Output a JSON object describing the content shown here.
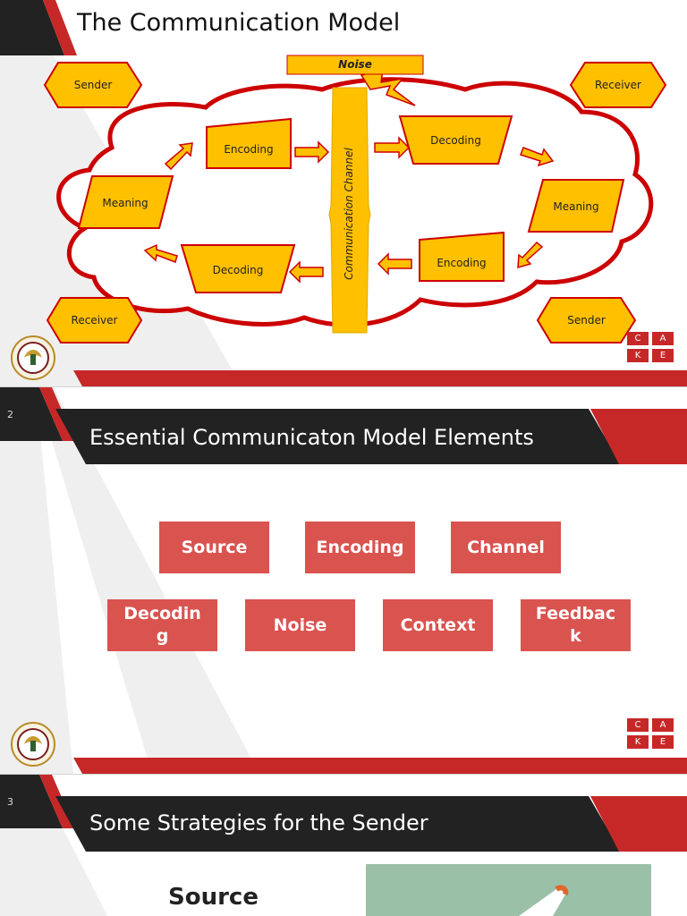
{
  "slide1": {
    "title": "The Communication Model",
    "noise": "Noise",
    "channel": "Communication Channel",
    "left_top": "Sender",
    "right_top": "Receiver",
    "left_bottom": "Receiver",
    "right_bottom": "Sender",
    "encoding_top": "Encoding",
    "decoding_top": "Decoding",
    "meaning_left": "Meaning",
    "meaning_right": "Meaning",
    "decoding_bottom": "Decoding",
    "encoding_bottom": "Encoding"
  },
  "slide2": {
    "number": "2",
    "title": "Essential Communicaton Model Elements",
    "elements_row1": [
      "Source",
      "Encoding",
      "Channel"
    ],
    "elements_row2": [
      "Decodin\ng",
      "Noise",
      "Context",
      "Feedbac\nk"
    ]
  },
  "slide3": {
    "number": "3",
    "title": "Some Strategies for the Sender",
    "heading": "Source"
  },
  "cake": {
    "c": "C",
    "a": "A",
    "k": "K",
    "e": "E"
  },
  "colors": {
    "accent_red": "#c62828",
    "dark": "#222222",
    "yellow": "#ffc000",
    "element_red": "#d9534f"
  }
}
